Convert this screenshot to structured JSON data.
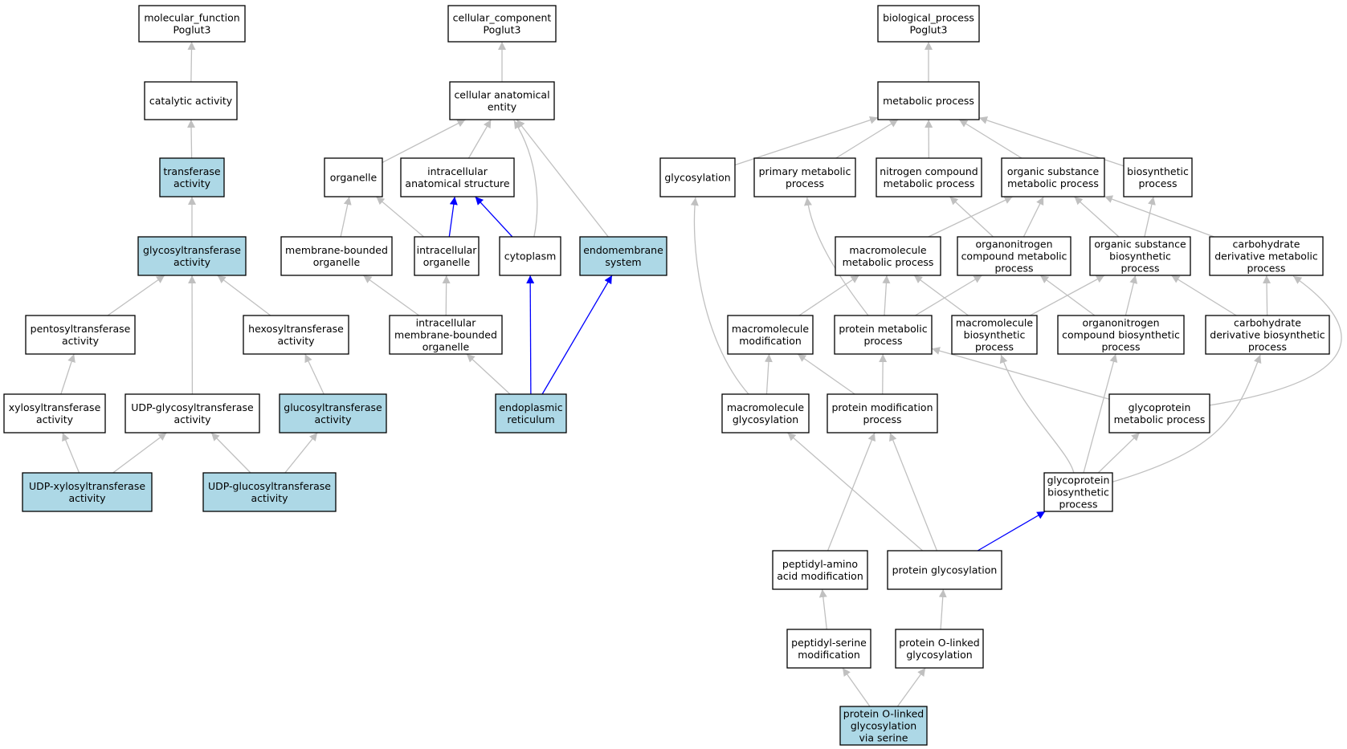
{
  "colors": {
    "node_fill": "#ffffff",
    "highlight_fill": "#add8e6",
    "edge_default": "#c0c0c0",
    "edge_highlight": "#0000ff",
    "border": "#000000"
  },
  "nodes": [
    {
      "id": "mf",
      "lines": [
        "molecular_function",
        "Poglut3"
      ],
      "highlighted": false
    },
    {
      "id": "catalytic",
      "lines": [
        "catalytic activity"
      ],
      "highlighted": false
    },
    {
      "id": "transferase",
      "lines": [
        "transferase",
        "activity"
      ],
      "highlighted": true
    },
    {
      "id": "glycosyltransferase",
      "lines": [
        "glycosyltransferase",
        "activity"
      ],
      "highlighted": true
    },
    {
      "id": "pentosyltransferase",
      "lines": [
        "pentosyltransferase",
        "activity"
      ],
      "highlighted": false
    },
    {
      "id": "hexosyltransferase",
      "lines": [
        "hexosyltransferase",
        "activity"
      ],
      "highlighted": false
    },
    {
      "id": "xylosyltransferase",
      "lines": [
        "xylosyltransferase",
        "activity"
      ],
      "highlighted": false
    },
    {
      "id": "udp_glycosyltransferase",
      "lines": [
        "UDP-glycosyltransferase",
        "activity"
      ],
      "highlighted": false
    },
    {
      "id": "glucosyltransferase",
      "lines": [
        "glucosyltransferase",
        "activity"
      ],
      "highlighted": true
    },
    {
      "id": "udp_xylosyltransferase",
      "lines": [
        "UDP-xylosyltransferase",
        "activity"
      ],
      "highlighted": true
    },
    {
      "id": "udp_glucosyltransferase",
      "lines": [
        "UDP-glucosyltransferase",
        "activity"
      ],
      "highlighted": true
    },
    {
      "id": "cc",
      "lines": [
        "cellular_component",
        "Poglut3"
      ],
      "highlighted": false
    },
    {
      "id": "cae",
      "lines": [
        "cellular anatomical",
        "entity"
      ],
      "highlighted": false
    },
    {
      "id": "organelle",
      "lines": [
        "organelle"
      ],
      "highlighted": false
    },
    {
      "id": "ias",
      "lines": [
        "intracellular",
        "anatomical structure"
      ],
      "highlighted": false
    },
    {
      "id": "mbo",
      "lines": [
        "membrane-bounded",
        "organelle"
      ],
      "highlighted": false
    },
    {
      "id": "io",
      "lines": [
        "intracellular",
        "organelle"
      ],
      "highlighted": false
    },
    {
      "id": "cytoplasm",
      "lines": [
        "cytoplasm"
      ],
      "highlighted": false
    },
    {
      "id": "endomembrane",
      "lines": [
        "endomembrane",
        "system"
      ],
      "highlighted": true
    },
    {
      "id": "imbo",
      "lines": [
        "intracellular",
        "membrane-bounded",
        "organelle"
      ],
      "highlighted": false
    },
    {
      "id": "er",
      "lines": [
        "endoplasmic",
        "reticulum"
      ],
      "highlighted": true
    },
    {
      "id": "bp",
      "lines": [
        "biological_process",
        "Poglut3"
      ],
      "highlighted": false
    },
    {
      "id": "metabolic",
      "lines": [
        "metabolic process"
      ],
      "highlighted": false
    },
    {
      "id": "glycosylation",
      "lines": [
        "glycosylation"
      ],
      "highlighted": false
    },
    {
      "id": "primary_metabolic",
      "lines": [
        "primary metabolic",
        "process"
      ],
      "highlighted": false
    },
    {
      "id": "nitrogen_compound",
      "lines": [
        "nitrogen compound",
        "metabolic process"
      ],
      "highlighted": false
    },
    {
      "id": "organic_substance_metabolic",
      "lines": [
        "organic substance",
        "metabolic process"
      ],
      "highlighted": false
    },
    {
      "id": "biosynthetic",
      "lines": [
        "biosynthetic",
        "process"
      ],
      "highlighted": false
    },
    {
      "id": "macromolecule_metabolic",
      "lines": [
        "macromolecule",
        "metabolic process"
      ],
      "highlighted": false
    },
    {
      "id": "organonitrogen_metabolic",
      "lines": [
        "organonitrogen",
        "compound metabolic",
        "process"
      ],
      "highlighted": false
    },
    {
      "id": "organic_substance_biosynthetic",
      "lines": [
        "organic substance",
        "biosynthetic",
        "process"
      ],
      "highlighted": false
    },
    {
      "id": "carbohydrate_derivative_metabolic",
      "lines": [
        "carbohydrate",
        "derivative metabolic",
        "process"
      ],
      "highlighted": false
    },
    {
      "id": "macromolecule_modification",
      "lines": [
        "macromolecule",
        "modification"
      ],
      "highlighted": false
    },
    {
      "id": "protein_metabolic",
      "lines": [
        "protein metabolic",
        "process"
      ],
      "highlighted": false
    },
    {
      "id": "macromolecule_biosynthetic",
      "lines": [
        "macromolecule",
        "biosynthetic",
        "process"
      ],
      "highlighted": false
    },
    {
      "id": "organonitrogen_biosynthetic",
      "lines": [
        "organonitrogen",
        "compound biosynthetic",
        "process"
      ],
      "highlighted": false
    },
    {
      "id": "carbohydrate_derivative_biosynthetic",
      "lines": [
        "carbohydrate",
        "derivative biosynthetic",
        "process"
      ],
      "highlighted": false
    },
    {
      "id": "macromolecule_glycosylation",
      "lines": [
        "macromolecule",
        "glycosylation"
      ],
      "highlighted": false
    },
    {
      "id": "protein_modification",
      "lines": [
        "protein modification",
        "process"
      ],
      "highlighted": false
    },
    {
      "id": "glycoprotein_metabolic",
      "lines": [
        "glycoprotein",
        "metabolic process"
      ],
      "highlighted": false
    },
    {
      "id": "glycoprotein_biosynthetic",
      "lines": [
        "glycoprotein",
        "biosynthetic",
        "process"
      ],
      "highlighted": false
    },
    {
      "id": "peptidyl_amino",
      "lines": [
        "peptidyl-amino",
        "acid modification"
      ],
      "highlighted": false
    },
    {
      "id": "protein_glycosylation",
      "lines": [
        "protein glycosylation"
      ],
      "highlighted": false
    },
    {
      "id": "peptidyl_serine",
      "lines": [
        "peptidyl-serine",
        "modification"
      ],
      "highlighted": false
    },
    {
      "id": "protein_o_linked",
      "lines": [
        "protein O-linked",
        "glycosylation"
      ],
      "highlighted": false
    },
    {
      "id": "protein_o_linked_serine",
      "lines": [
        "protein O-linked",
        "glycosylation",
        "via serine"
      ],
      "highlighted": true
    }
  ],
  "edges": [
    {
      "from": "catalytic",
      "to": "mf",
      "highlighted": false
    },
    {
      "from": "transferase",
      "to": "catalytic",
      "highlighted": false
    },
    {
      "from": "glycosyltransferase",
      "to": "transferase",
      "highlighted": false
    },
    {
      "from": "pentosyltransferase",
      "to": "glycosyltransferase",
      "highlighted": false
    },
    {
      "from": "hexosyltransferase",
      "to": "glycosyltransferase",
      "highlighted": false
    },
    {
      "from": "udp_glycosyltransferase",
      "to": "glycosyltransferase",
      "highlighted": false
    },
    {
      "from": "xylosyltransferase",
      "to": "pentosyltransferase",
      "highlighted": false
    },
    {
      "from": "glucosyltransferase",
      "to": "hexosyltransferase",
      "highlighted": false
    },
    {
      "from": "udp_xylosyltransferase",
      "to": "xylosyltransferase",
      "highlighted": false
    },
    {
      "from": "udp_xylosyltransferase",
      "to": "udp_glycosyltransferase",
      "highlighted": false
    },
    {
      "from": "udp_glucosyltransferase",
      "to": "udp_glycosyltransferase",
      "highlighted": false
    },
    {
      "from": "udp_glucosyltransferase",
      "to": "glucosyltransferase",
      "highlighted": false
    },
    {
      "from": "cae",
      "to": "cc",
      "highlighted": false
    },
    {
      "from": "organelle",
      "to": "cae",
      "highlighted": false
    },
    {
      "from": "ias",
      "to": "cae",
      "highlighted": false
    },
    {
      "from": "cytoplasm",
      "to": "cae",
      "highlighted": false
    },
    {
      "from": "endomembrane",
      "to": "cae",
      "highlighted": false
    },
    {
      "from": "mbo",
      "to": "organelle",
      "highlighted": false
    },
    {
      "from": "io",
      "to": "organelle",
      "highlighted": false
    },
    {
      "from": "io",
      "to": "ias",
      "highlighted": true
    },
    {
      "from": "cytoplasm",
      "to": "ias",
      "highlighted": true
    },
    {
      "from": "imbo",
      "to": "mbo",
      "highlighted": false
    },
    {
      "from": "imbo",
      "to": "io",
      "highlighted": false
    },
    {
      "from": "er",
      "to": "imbo",
      "highlighted": false
    },
    {
      "from": "er",
      "to": "cytoplasm",
      "highlighted": true
    },
    {
      "from": "er",
      "to": "endomembrane",
      "highlighted": true
    },
    {
      "from": "metabolic",
      "to": "bp",
      "highlighted": false
    },
    {
      "from": "glycosylation",
      "to": "metabolic",
      "highlighted": false
    },
    {
      "from": "primary_metabolic",
      "to": "metabolic",
      "highlighted": false
    },
    {
      "from": "nitrogen_compound",
      "to": "metabolic",
      "highlighted": false
    },
    {
      "from": "organic_substance_metabolic",
      "to": "metabolic",
      "highlighted": false
    },
    {
      "from": "biosynthetic",
      "to": "metabolic",
      "highlighted": false
    },
    {
      "from": "macromolecule_metabolic",
      "to": "organic_substance_metabolic",
      "highlighted": false
    },
    {
      "from": "organonitrogen_metabolic",
      "to": "organic_substance_metabolic",
      "highlighted": false
    },
    {
      "from": "organonitrogen_metabolic",
      "to": "nitrogen_compound",
      "highlighted": false
    },
    {
      "from": "organic_substance_biosynthetic",
      "to": "organic_substance_metabolic",
      "highlighted": false
    },
    {
      "from": "organic_substance_biosynthetic",
      "to": "biosynthetic",
      "highlighted": false
    },
    {
      "from": "carbohydrate_derivative_metabolic",
      "to": "organic_substance_metabolic",
      "highlighted": false
    },
    {
      "from": "macromolecule_modification",
      "to": "macromolecule_metabolic",
      "highlighted": false
    },
    {
      "from": "protein_metabolic",
      "to": "macromolecule_metabolic",
      "highlighted": false
    },
    {
      "from": "protein_metabolic",
      "to": "primary_metabolic",
      "highlighted": false
    },
    {
      "from": "protein_metabolic",
      "to": "organonitrogen_metabolic",
      "highlighted": false
    },
    {
      "from": "macromolecule_biosynthetic",
      "to": "macromolecule_metabolic",
      "highlighted": false
    },
    {
      "from": "macromolecule_biosynthetic",
      "to": "organic_substance_biosynthetic",
      "highlighted": false
    },
    {
      "from": "organonitrogen_biosynthetic",
      "to": "organonitrogen_metabolic",
      "highlighted": false
    },
    {
      "from": "organonitrogen_biosynthetic",
      "to": "organic_substance_biosynthetic",
      "highlighted": false
    },
    {
      "from": "carbohydrate_derivative_biosynthetic",
      "to": "carbohydrate_derivative_metabolic",
      "highlighted": false
    },
    {
      "from": "carbohydrate_derivative_biosynthetic",
      "to": "organic_substance_biosynthetic",
      "highlighted": false
    },
    {
      "from": "macromolecule_glycosylation",
      "to": "macromolecule_modification",
      "highlighted": false
    },
    {
      "from": "macromolecule_glycosylation",
      "to": "glycosylation",
      "highlighted": false
    },
    {
      "from": "protein_modification",
      "to": "macromolecule_modification",
      "highlighted": false
    },
    {
      "from": "protein_modification",
      "to": "protein_metabolic",
      "highlighted": false
    },
    {
      "from": "glycoprotein_metabolic",
      "to": "protein_metabolic",
      "highlighted": false
    },
    {
      "from": "glycoprotein_metabolic",
      "to": "carbohydrate_derivative_metabolic",
      "highlighted": false
    },
    {
      "from": "glycoprotein_biosynthetic",
      "to": "glycoprotein_metabolic",
      "highlighted": false
    },
    {
      "from": "glycoprotein_biosynthetic",
      "to": "macromolecule_biosynthetic",
      "highlighted": false
    },
    {
      "from": "glycoprotein_biosynthetic",
      "to": "organonitrogen_biosynthetic",
      "highlighted": false
    },
    {
      "from": "glycoprotein_biosynthetic",
      "to": "carbohydrate_derivative_biosynthetic",
      "highlighted": false
    },
    {
      "from": "peptidyl_amino",
      "to": "protein_modification",
      "highlighted": false
    },
    {
      "from": "protein_glycosylation",
      "to": "protein_modification",
      "highlighted": false
    },
    {
      "from": "protein_glycosylation",
      "to": "macromolecule_glycosylation",
      "highlighted": false
    },
    {
      "from": "protein_glycosylation",
      "to": "glycoprotein_biosynthetic",
      "highlighted": true
    },
    {
      "from": "peptidyl_serine",
      "to": "peptidyl_amino",
      "highlighted": false
    },
    {
      "from": "protein_o_linked",
      "to": "protein_glycosylation",
      "highlighted": false
    },
    {
      "from": "protein_o_linked_serine",
      "to": "peptidyl_serine",
      "highlighted": false
    },
    {
      "from": "protein_o_linked_serine",
      "to": "protein_o_linked",
      "highlighted": false
    }
  ]
}
